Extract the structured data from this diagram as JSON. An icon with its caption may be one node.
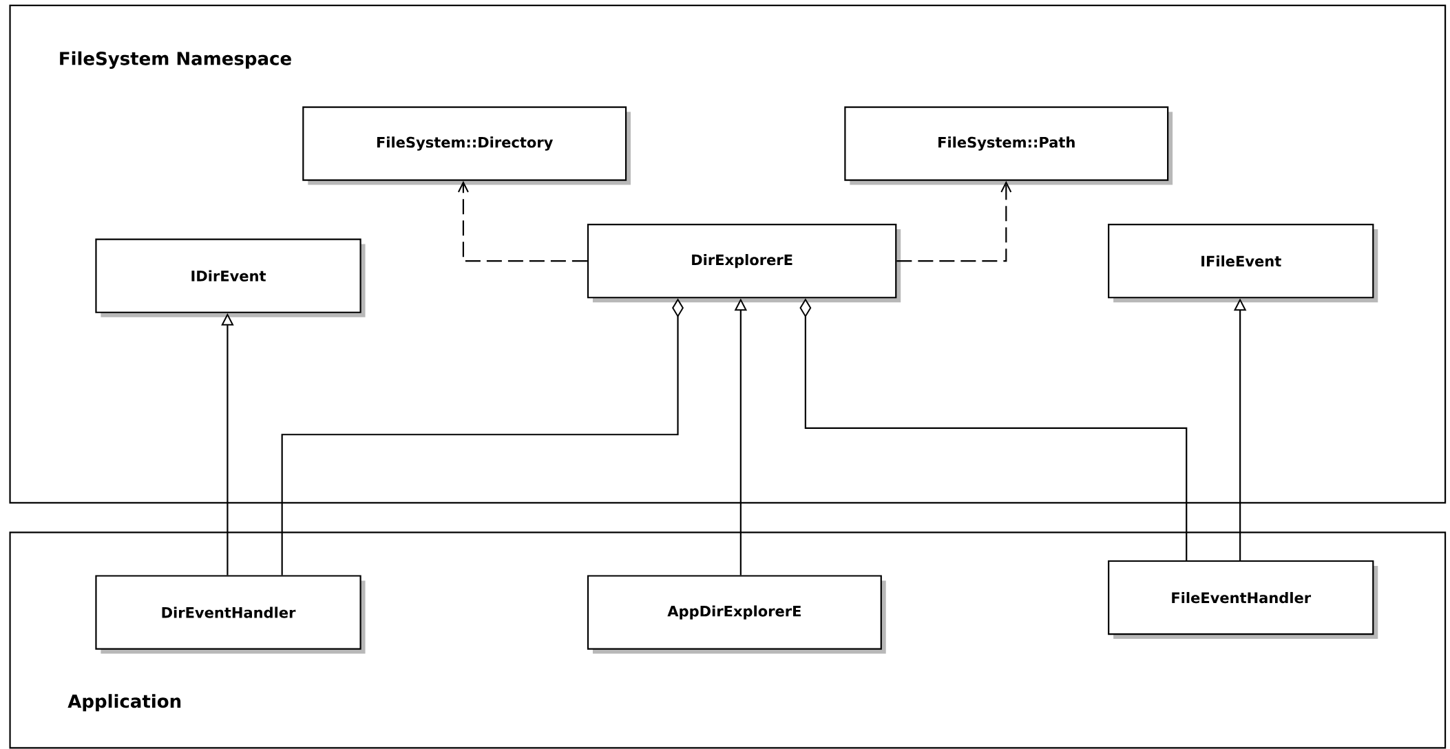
{
  "diagram": {
    "nodes": [
      {
        "text": [
          "FileSystem Namespace"
        ]
      },
      {
        "text": [
          "FileSystem::Directory"
        ],
        "in": 0
      },
      {
        "text": [
          "FileSystem::Path"
        ],
        "in": 0
      },
      {
        "text": [
          "IDirEvent"
        ],
        "in": 0
      },
      {
        "text": [
          "DirExplorerE"
        ],
        "in": 0
      },
      {
        "text": [
          "IFileEvent"
        ],
        "in": 0
      },
      {
        "text": [
          "Application"
        ]
      },
      {
        "text": [
          "DirEventHandler"
        ],
        "in": 6
      },
      {
        "text": [
          "AppDirExplorerE"
        ],
        "in": 6
      },
      {
        "text": [
          "FileEventHandler"
        ],
        "in": 6
      }
    ],
    "edges": [
      {
        "from": 4,
        "to": 1,
        "arrow": "to",
        "style": "dashed"
      },
      {
        "from": 4,
        "to": 2,
        "arrow": "to",
        "style": "dashed"
      },
      {
        "from": 7,
        "to": 3,
        "arrow": "to"
      },
      {
        "from": 7,
        "to": 4,
        "arrow": "other"
      },
      {
        "from": 8,
        "to": 4,
        "arrow": "to"
      },
      {
        "from": 9,
        "to": 4,
        "arrow": "other"
      },
      {
        "from": 9,
        "to": 5,
        "arrow": "to"
      }
    ]
  }
}
